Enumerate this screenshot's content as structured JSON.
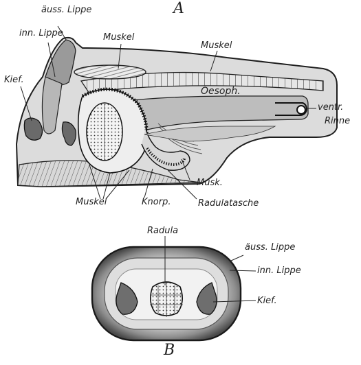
{
  "figure": {
    "panel_a": "A",
    "panel_b": "B"
  },
  "labels_a": {
    "auss_lippe": "äuss. Lippe",
    "inn_lippe": "inn. Lippe",
    "muskel_1": "Muskel",
    "muskel_2": "Muskel",
    "kief": "Kief.",
    "oesoph": "Oesoph.",
    "ventr": "ventr.",
    "rinne": "Rinne",
    "musk": "Musk.",
    "muskel_3": "Muskel",
    "knorp": "Knorp.",
    "radulatasche": "Radulatasche"
  },
  "labels_b": {
    "radula": "Radula",
    "auss_lippe": "äuss. Lippe",
    "inn_lippe": "inn. Lippe",
    "kief": "Kief."
  },
  "colors": {
    "ink": "#222222",
    "tissue": "#bdbdbd",
    "dark": "#6a6a6a",
    "light": "#e8e8e8"
  }
}
